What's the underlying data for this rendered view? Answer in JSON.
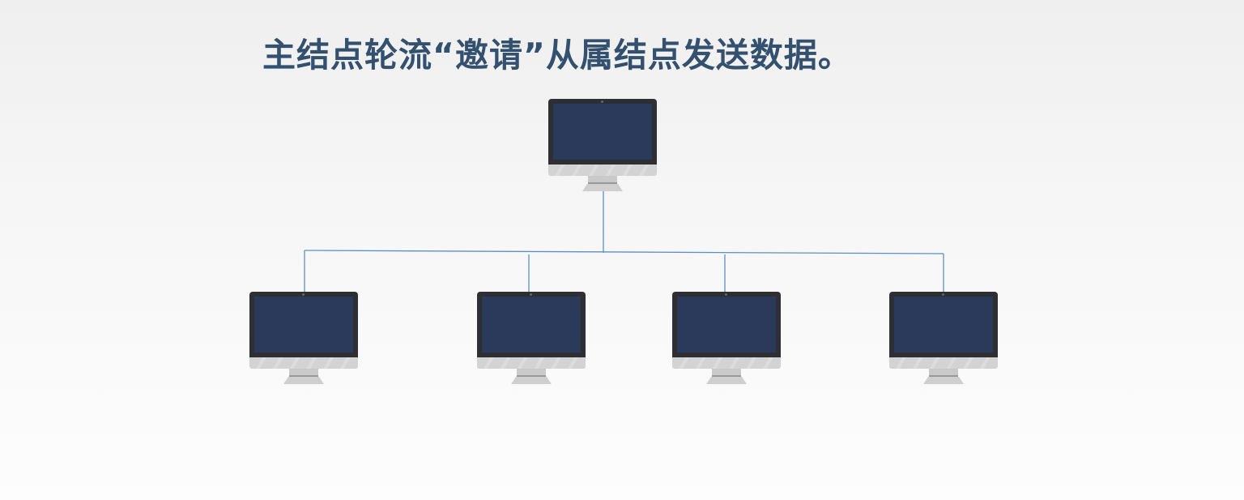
{
  "title": "主结点轮流“邀请”从属结点发送数据。",
  "colors": {
    "title": "#34506f",
    "link": "#5b8fc7",
    "screen": "#2b3a5a"
  },
  "nodes": [
    {
      "role": "master",
      "icon": "desktop-monitor-icon"
    },
    {
      "role": "slave",
      "icon": "desktop-monitor-icon"
    },
    {
      "role": "slave",
      "icon": "desktop-monitor-icon"
    },
    {
      "role": "slave",
      "icon": "desktop-monitor-icon"
    },
    {
      "role": "slave",
      "icon": "desktop-monitor-icon"
    }
  ]
}
